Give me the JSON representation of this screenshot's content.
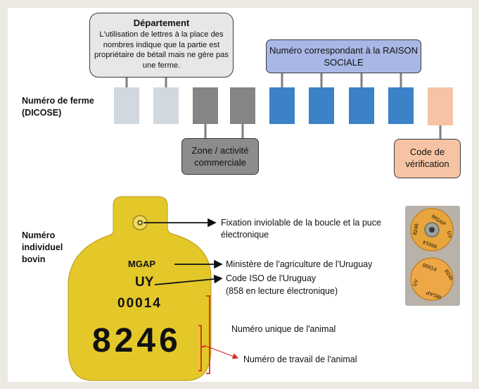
{
  "department": {
    "title": "Département",
    "description": "L'utilisation de lettres à la place des nombres indique que la partie est propriétaire de bétail mais ne gère pas une ferme."
  },
  "raison_sociale": "Numéro correspondant à la RAISON SOCIALE",
  "farm_number_label": "Numéro de ferme (DICOSE)",
  "zone_label": "Zone / activité commerciale",
  "verification_label": "Code de vérification",
  "individual_label": "Numéro individuel bovin",
  "tag": {
    "agency": "MGAP",
    "country": "UY",
    "serial": "00014",
    "work_number": "8246"
  },
  "chip": {
    "agency": "MGAP",
    "country": "UY",
    "serial": "00014",
    "work_number": "8246"
  },
  "annotations": {
    "fixation": "Fixation inviolable de la boucle et la puce électronique",
    "ministry": "Ministère de l'agriculture de l'Uruguay",
    "iso_code": "Code ISO de l'Uruguay",
    "iso_note": "(858 en lecture électronique)",
    "unique_number": "Numéro unique de l'animal",
    "work_number": "Numéro de travail de l'animal"
  },
  "colors": {
    "gray_light": "#d2d8df",
    "gray_dark": "#858585",
    "blue": "#3b82c8",
    "peach": "#f6c4a4",
    "tag_yellow": "#e4c82a",
    "bracket_red": "#d42a23"
  }
}
